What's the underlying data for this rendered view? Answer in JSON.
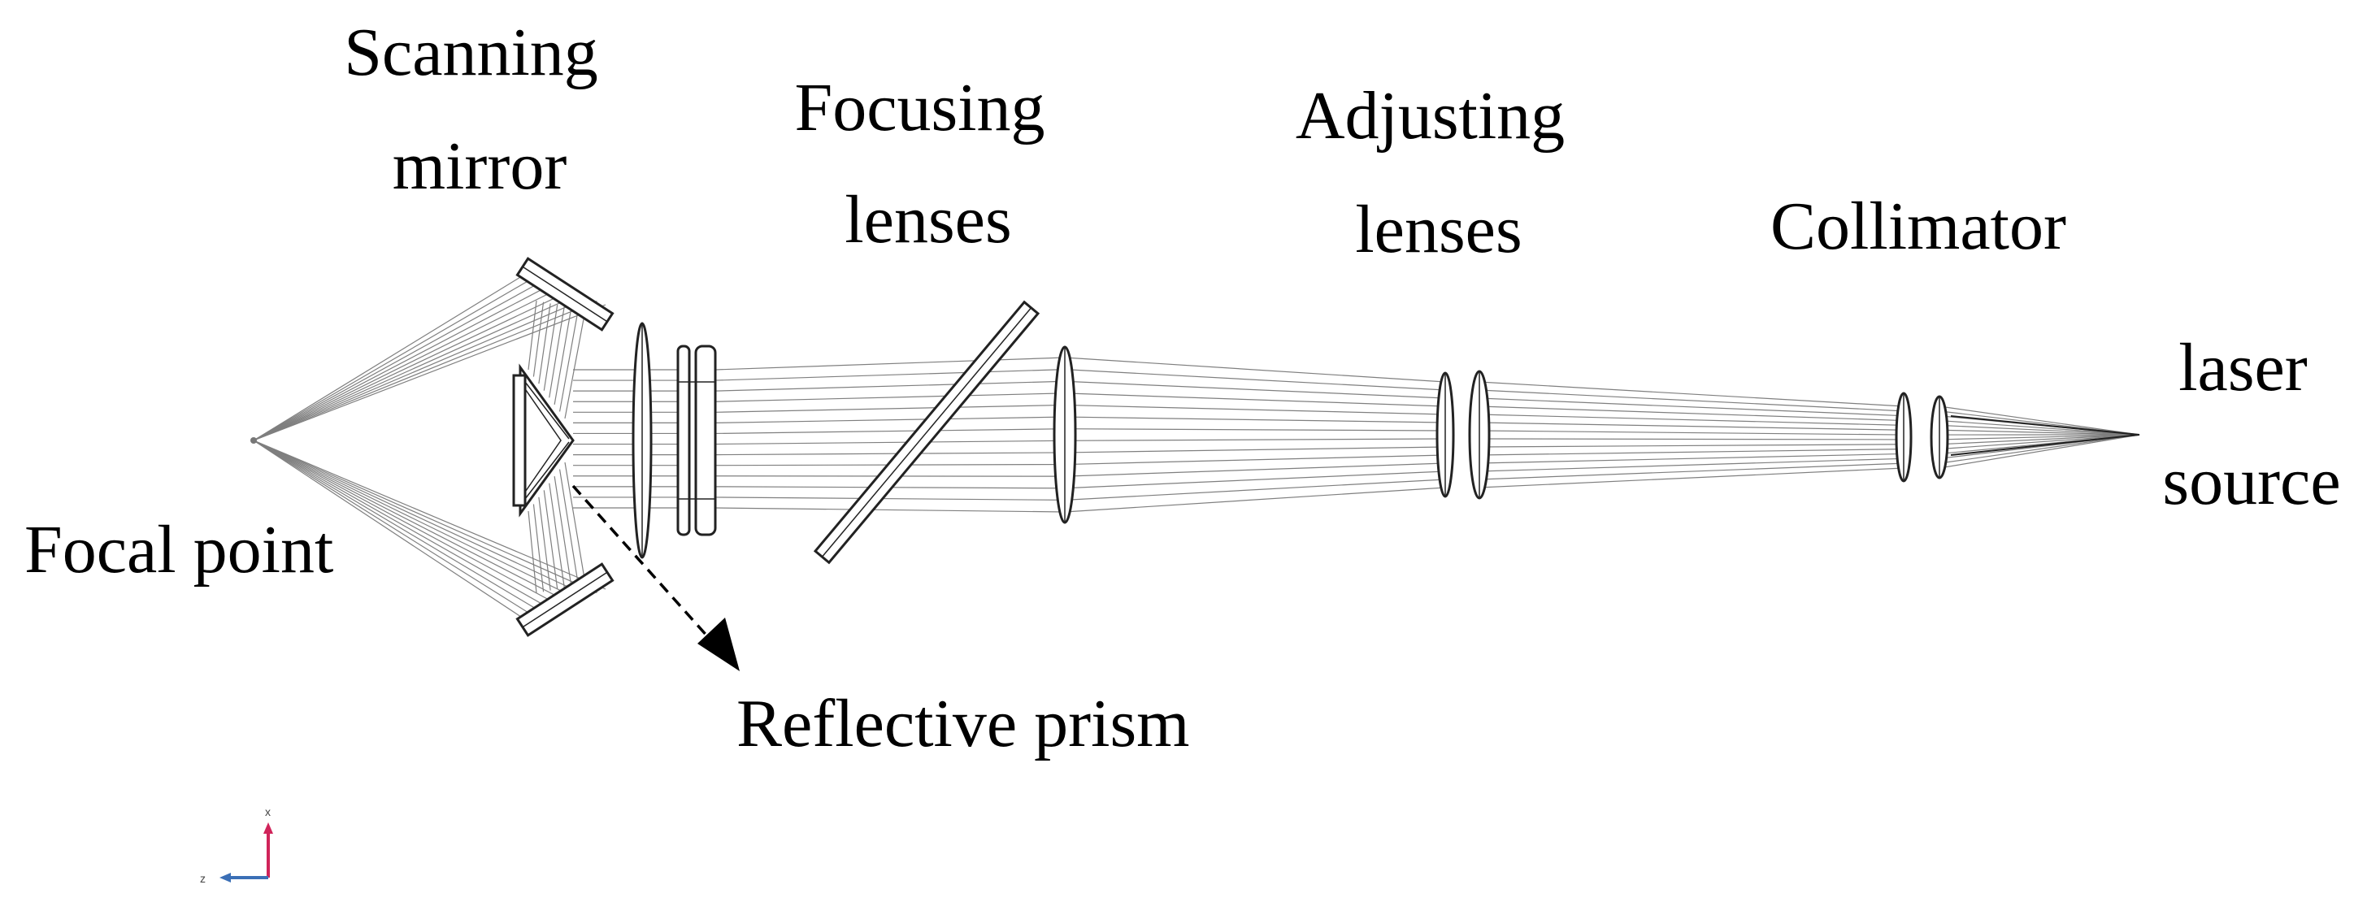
{
  "labels": {
    "scanning_mirror": [
      "Scanning",
      "mirror"
    ],
    "focusing_lenses": [
      "Focusing",
      "lenses"
    ],
    "adjusting_lenses": [
      "Adjusting",
      "lenses"
    ],
    "collimator": "Collimator",
    "laser_source": [
      "laser",
      "source"
    ],
    "focal_point": "Focal point",
    "reflective_prism": "Reflective prism"
  },
  "axes": {
    "vertical": "x",
    "horizontal": "z"
  },
  "colors": {
    "ray": "#555555",
    "outline": "#222222",
    "axis_vertical": "#d0245a",
    "axis_horizontal": "#3b6fb6"
  }
}
